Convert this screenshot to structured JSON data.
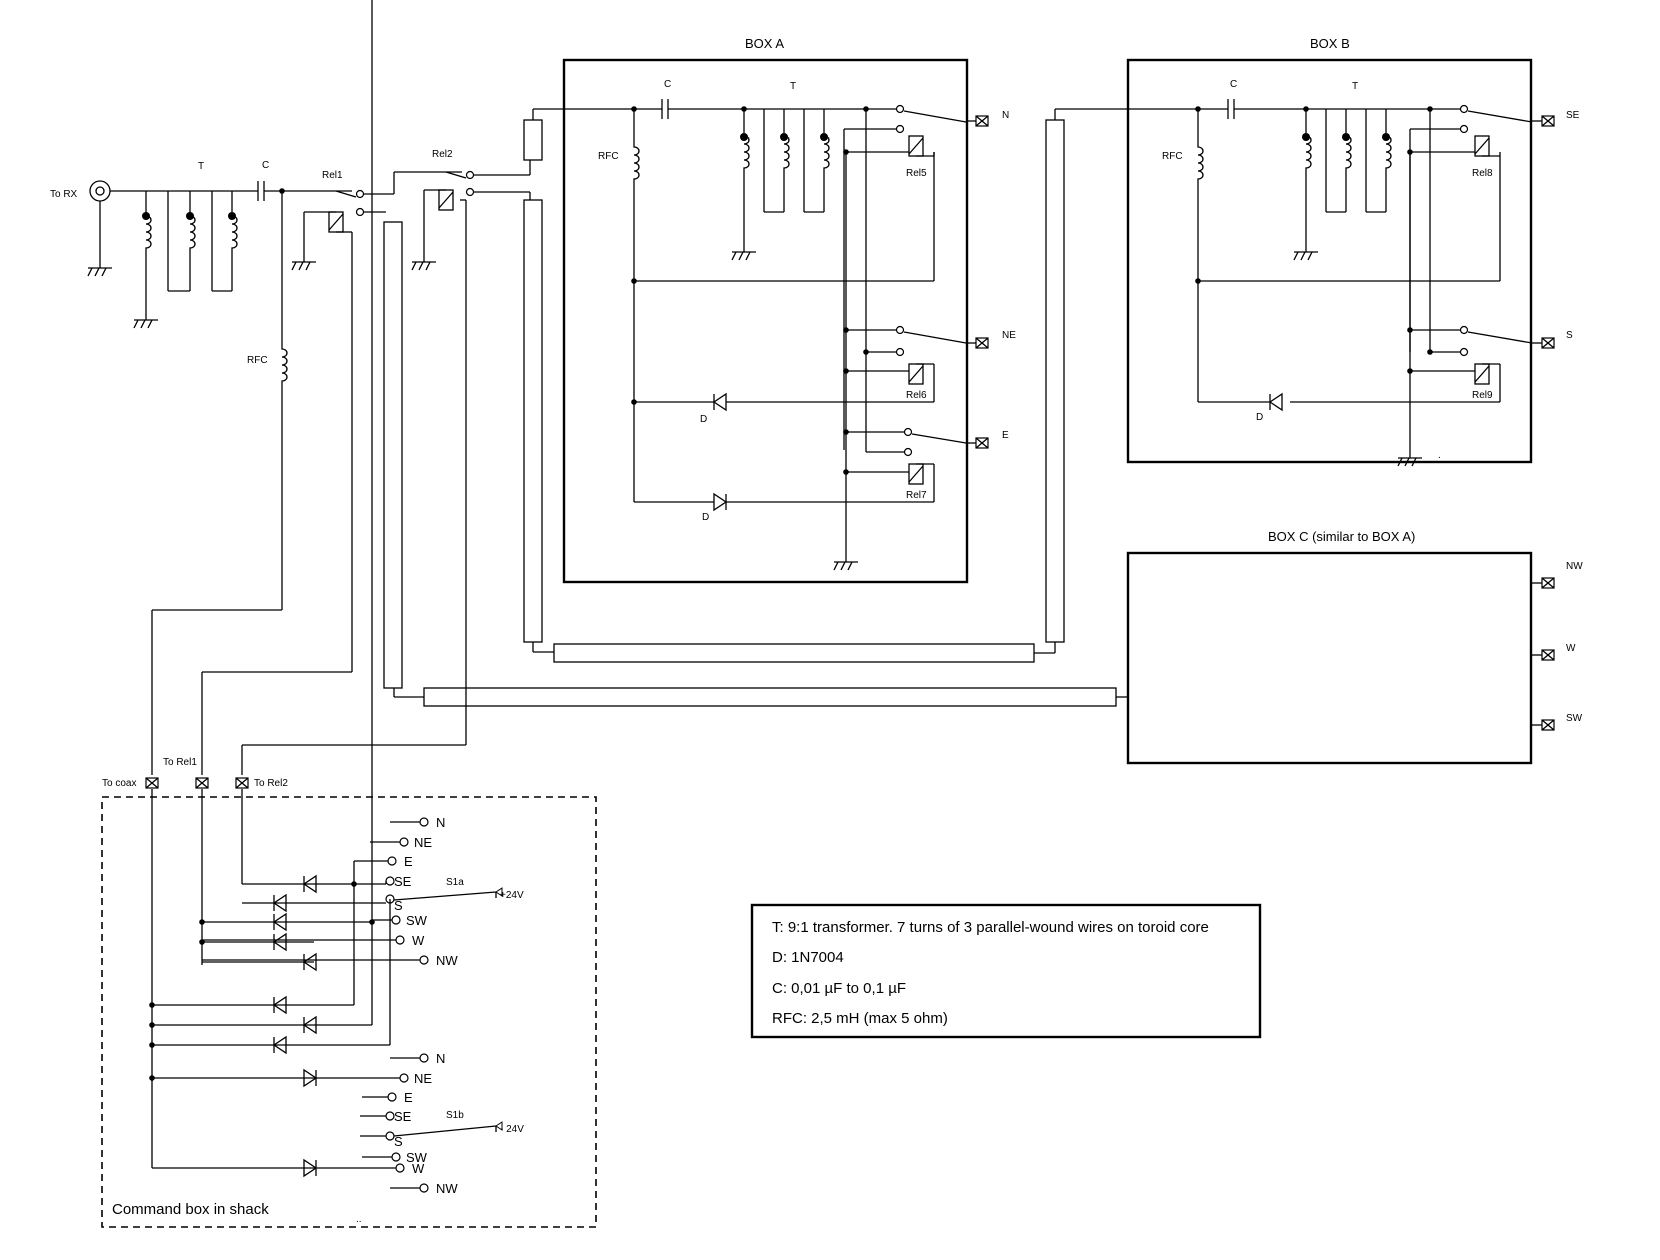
{
  "boxes": {
    "a_title": "BOX A",
    "b_title": "BOX B",
    "c_title": "BOX C (similar to BOX A)",
    "command_title": "Command box in shack"
  },
  "labels": {
    "to_rx": "To RX",
    "t": "T",
    "c": "C",
    "rfc": "RFC",
    "d": "D",
    "rel1": "Rel1",
    "rel2": "Rel2",
    "rel5": "Rel5",
    "rel6": "Rel6",
    "rel7": "Rel7",
    "rel8": "Rel8",
    "rel9": "Rel9",
    "to_coax": "To coax",
    "to_rel1": "To Rel1",
    "to_rel2": "To Rel2",
    "s1a": "S1a",
    "s1b": "S1b",
    "plus24": "+24V",
    "minus24": "- 24V",
    "dir_n": "N",
    "dir_ne": "NE",
    "dir_e": "E",
    "dir_se": "SE",
    "dir_s": "S",
    "dir_sw": "SW",
    "dir_w": "W",
    "dir_nw": "NW"
  },
  "legend": {
    "t": "T: 9:1 transformer. 7 turns of 3 parallel-wound wires on toroid core",
    "d": "D: 1N7004",
    "c": "C: 0,01 µF to 0,1 µF",
    "rfc": "RFC: 2,5 mH (max 5 ohm)"
  }
}
